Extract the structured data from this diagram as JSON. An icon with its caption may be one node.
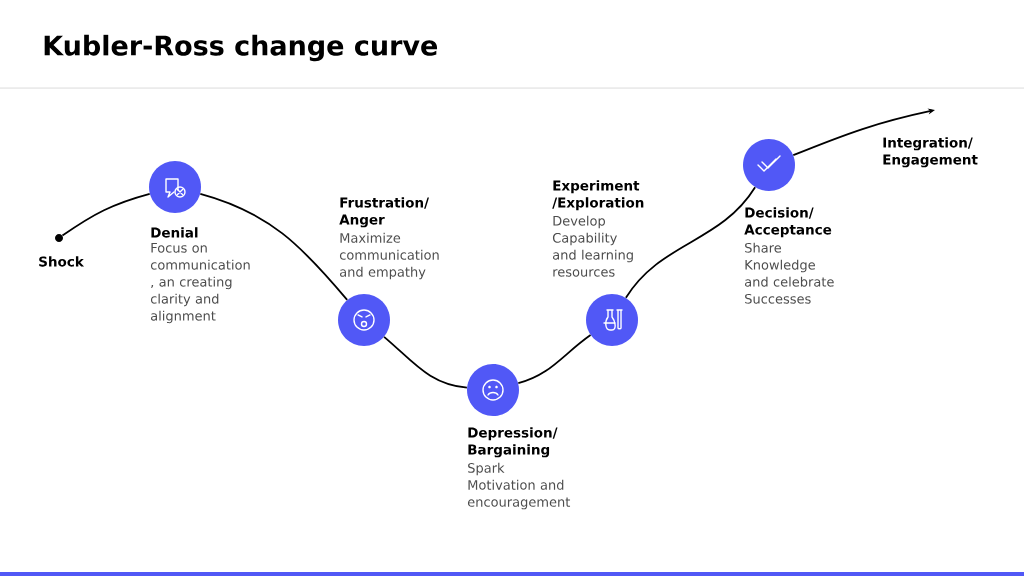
{
  "diagram": {
    "title": "Kubler-Ross change curve",
    "nodes": [
      {
        "text": [],
        "shape": "circle",
        "beside": [
          "Shock"
        ]
      },
      {
        "text": [],
        "shape": "circle",
        "beside": [
          "Denial",
          "Focus on communication , an creating clarity and alignment"
        ]
      },
      {
        "text": [],
        "shape": "circle",
        "beside": [
          "Frustration/ Anger",
          "Maximize communication and empathy"
        ]
      },
      {
        "text": [],
        "shape": "circle",
        "beside": [
          "Depression/ Bargaining",
          "Spark Motivation and encouragement"
        ]
      },
      {
        "text": [],
        "shape": "circle",
        "beside": [
          "Experiment /Exploration",
          "Develop Capability and learning resources"
        ]
      },
      {
        "text": [],
        "shape": "circle",
        "beside": [
          "Decision/ Acceptance",
          "Share Knowledge and celebrate Successes"
        ]
      }
    ],
    "edges": [
      {
        "from": 0,
        "to": 1,
        "arrow": "none"
      },
      {
        "from": 1,
        "to": 2,
        "arrow": "none"
      },
      {
        "from": 2,
        "to": 3,
        "arrow": "none"
      },
      {
        "from": 3,
        "to": 4,
        "arrow": "none"
      },
      {
        "from": 4,
        "to": 5,
        "arrow": "none"
      },
      {
        "from": 5,
        "to": null,
        "arrow": "to"
      }
    ],
    "labels": [
      "Integration/ Engagement"
    ]
  }
}
